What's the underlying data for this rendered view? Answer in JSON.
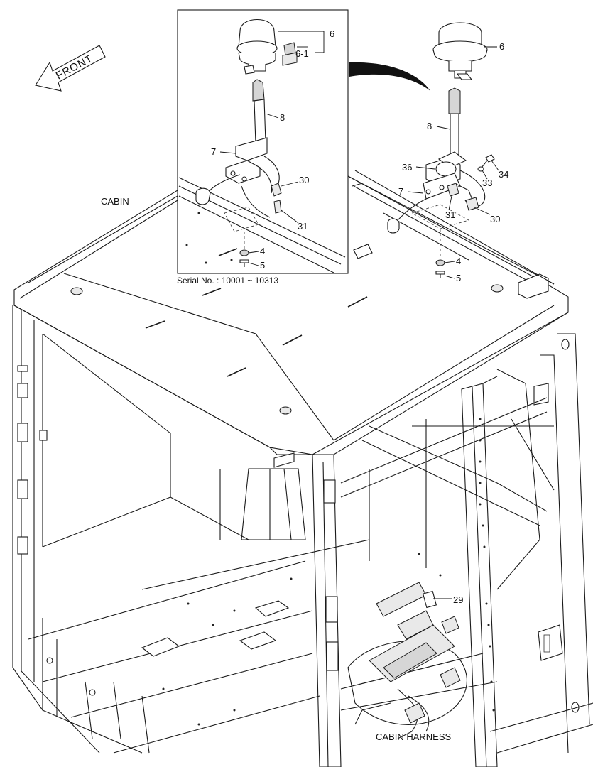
{
  "front_label": "FRONT",
  "cabin_label": "CABIN",
  "cabin_harness_label": "CABIN HARNESS",
  "inset": {
    "serial_label": "Serial No. : 10001 ~ 10313",
    "callouts": [
      "6",
      "6-1",
      "8",
      "7",
      "30",
      "31",
      "4",
      "5"
    ]
  },
  "main_callouts": [
    "6",
    "8",
    "36",
    "33",
    "34",
    "7",
    "31",
    "30",
    "4",
    "5",
    "29"
  ]
}
